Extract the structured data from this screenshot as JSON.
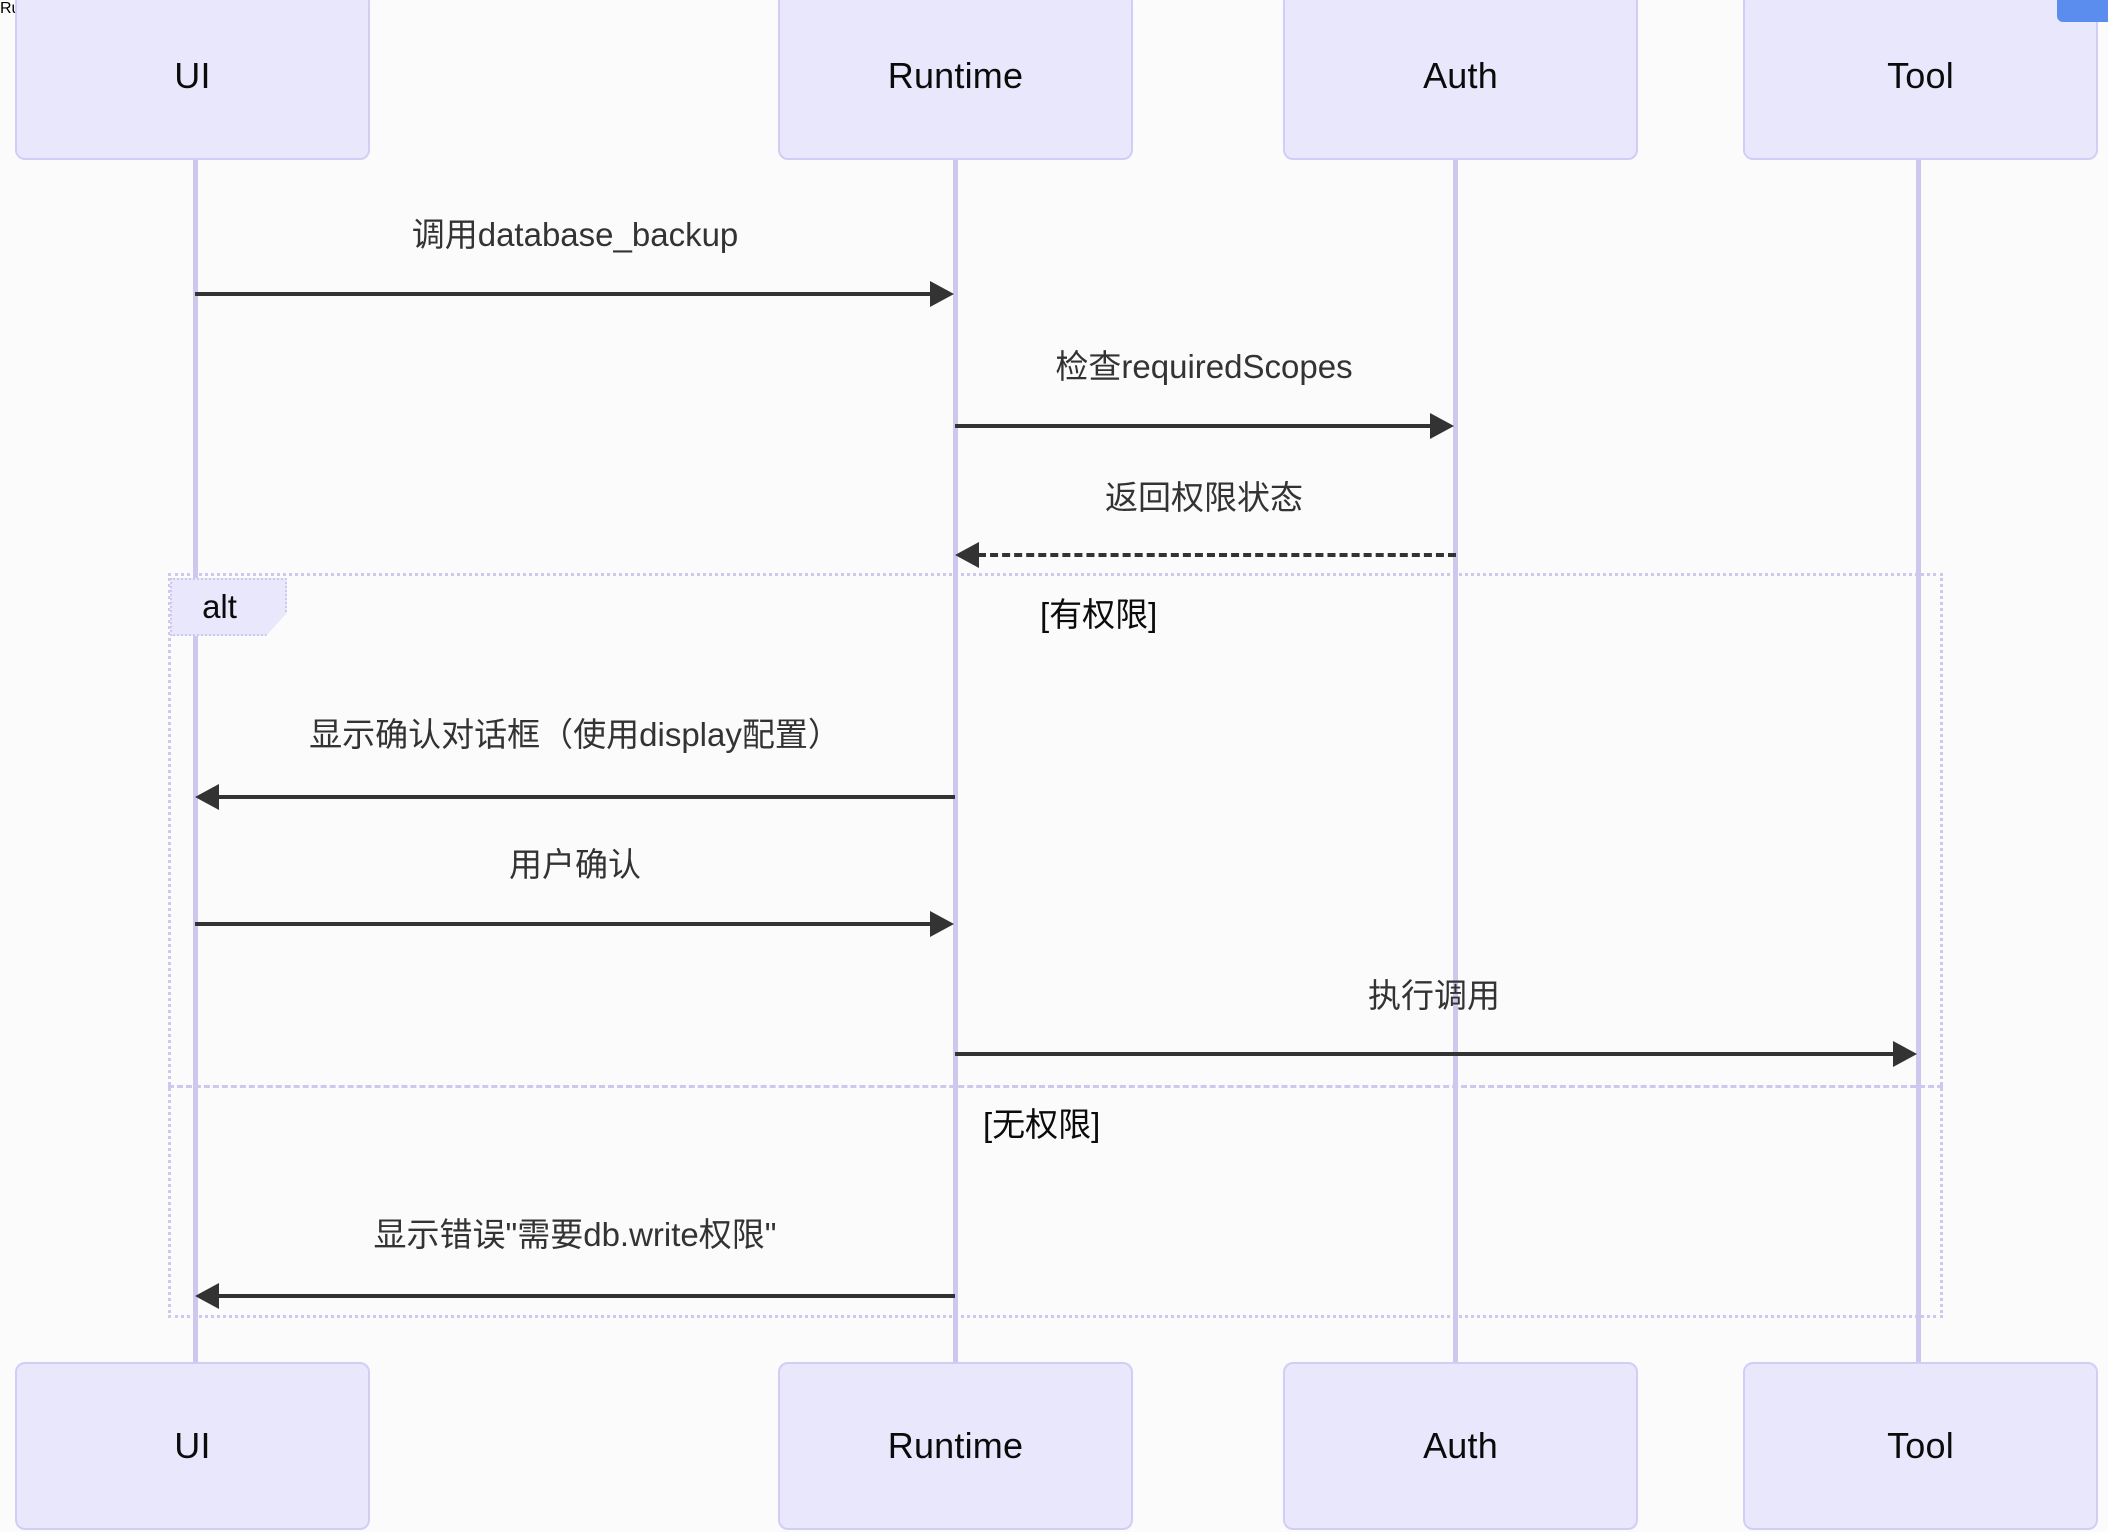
{
  "diagram": {
    "type": "sequence-diagram",
    "background_color": "#fbfbfc",
    "actor_fill": "#e8e7fb",
    "actor_border": "#d3cdf5",
    "lifeline_color": "#cfc8ee",
    "message_color": "#333333",
    "accent_color": "#5b8def"
  },
  "actors": [
    {
      "id": "ui",
      "label": "UI"
    },
    {
      "id": "runtime",
      "label": "Runtime"
    },
    {
      "id": "auth",
      "label": "Auth"
    },
    {
      "id": "tool",
      "label": "Tool"
    }
  ],
  "actors_bottom": [
    {
      "id": "ui",
      "label": "UI"
    },
    {
      "id": "runtime",
      "label": "Runtime"
    },
    {
      "id": "auth",
      "label": "Auth"
    },
    {
      "id": "tool",
      "label": "Tool"
    }
  ],
  "messages": [
    {
      "id": "m1",
      "from": "ui",
      "to": "runtime",
      "label": "调用database_backup",
      "style": "solid",
      "direction": "right"
    },
    {
      "id": "m2",
      "from": "runtime",
      "to": "auth",
      "label": "检查requiredScopes",
      "style": "solid",
      "direction": "right"
    },
    {
      "id": "m3",
      "from": "auth",
      "to": "runtime",
      "label": "返回权限状态",
      "style": "dashed",
      "direction": "left"
    },
    {
      "id": "m4",
      "from": "runtime",
      "to": "ui",
      "label": "显示确认对话框（使用display配置）",
      "style": "solid",
      "direction": "left"
    },
    {
      "id": "m5",
      "from": "ui",
      "to": "runtime",
      "label": "用户确认",
      "style": "solid",
      "direction": "right"
    },
    {
      "id": "m6",
      "from": "runtime",
      "to": "tool",
      "label": "执行调用",
      "style": "solid",
      "direction": "right"
    },
    {
      "id": "m7",
      "from": "runtime",
      "to": "ui",
      "label": "显示错误\"需要db.write权限\"",
      "style": "solid",
      "direction": "left"
    }
  ],
  "alt_fragment": {
    "tag": "alt",
    "conditions": [
      {
        "id": "cond-has-permission",
        "label": "[有权限]"
      },
      {
        "id": "cond-no-permission",
        "label": "[无权限]"
      }
    ]
  },
  "corner_widget": {
    "name": "corner-chip",
    "color": "#5b8def"
  }
}
